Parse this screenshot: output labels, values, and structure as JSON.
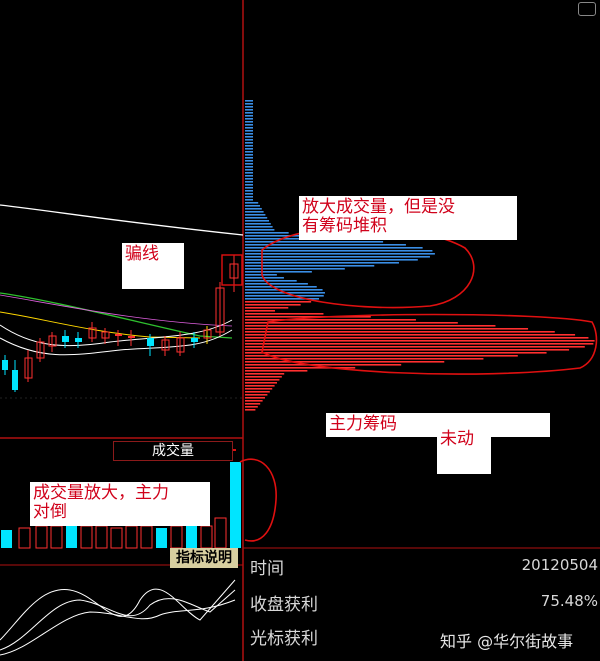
{
  "annotations": {
    "fake_line": "骗线",
    "volume_no_chips": "放大成交量，但是没\n有筹码堆积",
    "main_chips": "主力筹码",
    "not_moved": "未动",
    "volume_hedge": "成交量放大，主力\n对倒"
  },
  "volume_panel": {
    "label": "成交量"
  },
  "indicator_panel": {
    "label": "指标说明"
  },
  "info_panel": {
    "rows": [
      {
        "key": "时间",
        "value": "20120504"
      },
      {
        "key": "收盘获利",
        "value": "75.48%"
      },
      {
        "key": "光标获利",
        "value": ""
      }
    ]
  },
  "watermark": "知乎 @华尔街故事",
  "colors": {
    "up": "#ff3030",
    "down": "#00e5ff",
    "ma_white": "#ffffff",
    "ma_yellow": "#ffd700",
    "ma_green": "#2ec02e",
    "chips_red": "#ff3030",
    "chips_blue": "#3a8ee6",
    "annotation_red": "#d0021b"
  }
}
